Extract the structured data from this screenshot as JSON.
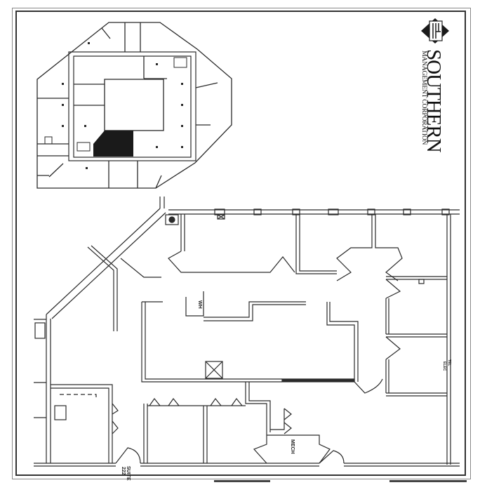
{
  "document": {
    "type": "floor plan",
    "colors": {
      "ink": "#222222",
      "paper": "#ffffff",
      "highlight_fill": "#1a1a1a"
    }
  },
  "logo": {
    "company_name": "SOUTHERN",
    "company_subtitle": "MANAGEMENT CORPORATION",
    "mark_icon": "diamond-sm-monogram"
  },
  "key_plan": {
    "description": "building key plan with highlighted suite",
    "highlighted_suite_fill": "#1a1a1a"
  },
  "floor_plan": {
    "suite_label": "SUITE",
    "suite_number": "222",
    "room_labels": {
      "wh": "WH",
      "mech": "MECH",
      "elec": "ELEC",
      "tel": "TEL"
    }
  }
}
